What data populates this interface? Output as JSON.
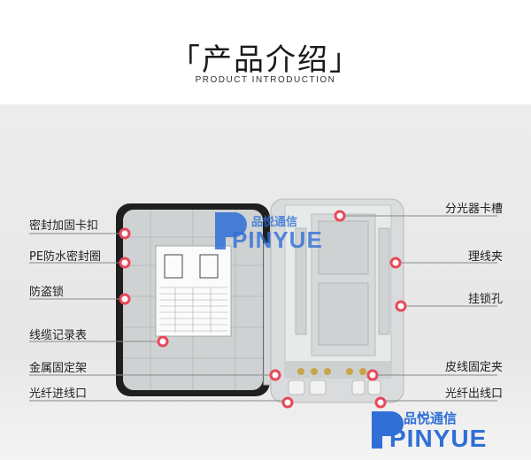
{
  "header": {
    "title": "「产品介绍」",
    "subtitle": "PRODUCT  INTRODUCTION"
  },
  "callouts_left": [
    {
      "label": "密封加固卡扣"
    },
    {
      "label": "PE防水密封圈"
    },
    {
      "label": "防盗锁"
    },
    {
      "label": "线缆记录表"
    },
    {
      "label": "金属固定架"
    },
    {
      "label": "光纤进线口"
    }
  ],
  "callouts_right": [
    {
      "label": "分光器卡槽"
    },
    {
      "label": "理线夹"
    },
    {
      "label": "挂锁孔"
    },
    {
      "label": "皮线固定夹"
    },
    {
      "label": "光纤出线口"
    }
  ],
  "watermark": {
    "cn": "品悦通信",
    "en": "PINYUE"
  },
  "colors": {
    "marker": "#e8485a",
    "line": "#888888",
    "brand": "#2f6fd6"
  }
}
